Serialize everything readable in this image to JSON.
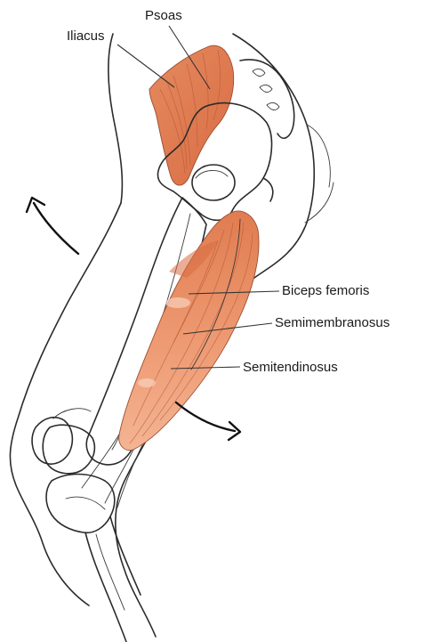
{
  "labels": {
    "psoas": "Psoas",
    "iliacus": "Iliacus",
    "biceps_femoris": "Biceps femoris",
    "semimembranosus": "Semimembranosus",
    "semitendinosus": "Semitendinosus"
  },
  "colors": {
    "muscle": "#e8936b",
    "muscle_dark": "#d9744a",
    "outline": "#2b2b2b",
    "background": "#ffffff"
  }
}
